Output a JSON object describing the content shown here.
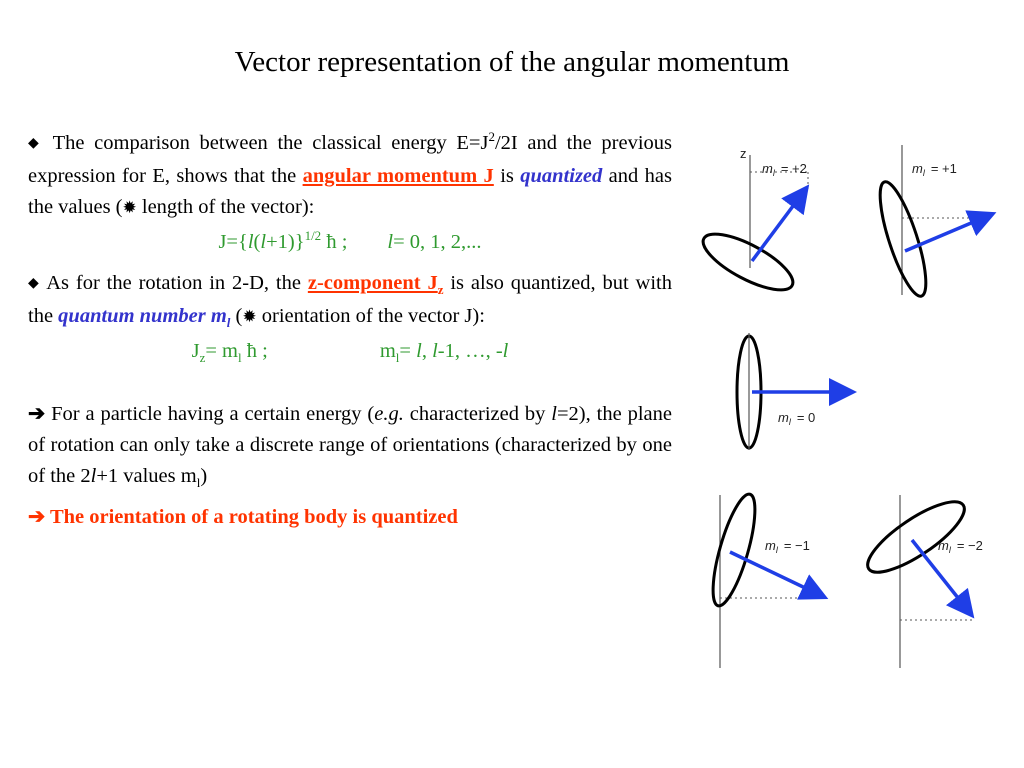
{
  "title": "Vector representation of the angular momentum",
  "p1": {
    "bullet": "◆",
    "text_a": " The comparison between the classical energy E=J",
    "sup_a": "2",
    "text_b": "/2I and the previous expression for E, shows that the ",
    "highlight": "angular momentum J",
    "text_c": " is ",
    "quantized": "quantized",
    "text_d": " and has the values (",
    "gear": "✹",
    "text_e": " length of the vector):"
  },
  "f1": {
    "a": "J={",
    "l1": "l",
    "b": "(",
    "l2": "l",
    "c": "+1)}",
    "sup": "1/2",
    "d": " ħ ;",
    "l3": "l",
    "e": "= 0, 1, 2,..."
  },
  "p2": {
    "bullet": "◆",
    "text_a": " As for the rotation in 2-D, the ",
    "highlight": "z-component J",
    "highlight_sub": "z",
    "text_b": " is also quantized, but with the ",
    "qn": "quantum number m",
    "qn_sub": "l",
    "text_c": " (",
    "gear": "✹",
    "text_d": " orientation of the vector J):"
  },
  "f2": {
    "a": "J",
    "a_sub": "z",
    "b": "= m",
    "b_sub": "l",
    "c": " ħ ;",
    "d": "m",
    "d_sub": "l",
    "e": "= ",
    "l1": "l",
    "f": ", ",
    "l2": "l",
    "g": "-1, …, -",
    "l3": "l"
  },
  "p3": {
    "arrow": "➔",
    "text_a": " For a particle having a certain energy (",
    "eg": "e.g.",
    "text_b": " characterized by ",
    "l1": "l",
    "text_c": "=2), the plane of rotation can only take a discrete range of orientations (characterized by one of the 2",
    "l2": "l",
    "text_d": "+1 values m",
    "sub": "l",
    "text_e": ")"
  },
  "final": {
    "arrow": "➔",
    "text": " The orientation of a rotating body is quantized"
  },
  "figure": {
    "z_label": "z",
    "ml": "m",
    "ml_sub": "l",
    "panels": [
      {
        "value": "= +2"
      },
      {
        "value": "= +1"
      },
      {
        "value": "= 0"
      },
      {
        "value": "= −1"
      },
      {
        "value": "= −2"
      }
    ],
    "colors": {
      "arrow": "#1f3ee6",
      "ellipse": "#000000",
      "axis": "#555555"
    }
  }
}
